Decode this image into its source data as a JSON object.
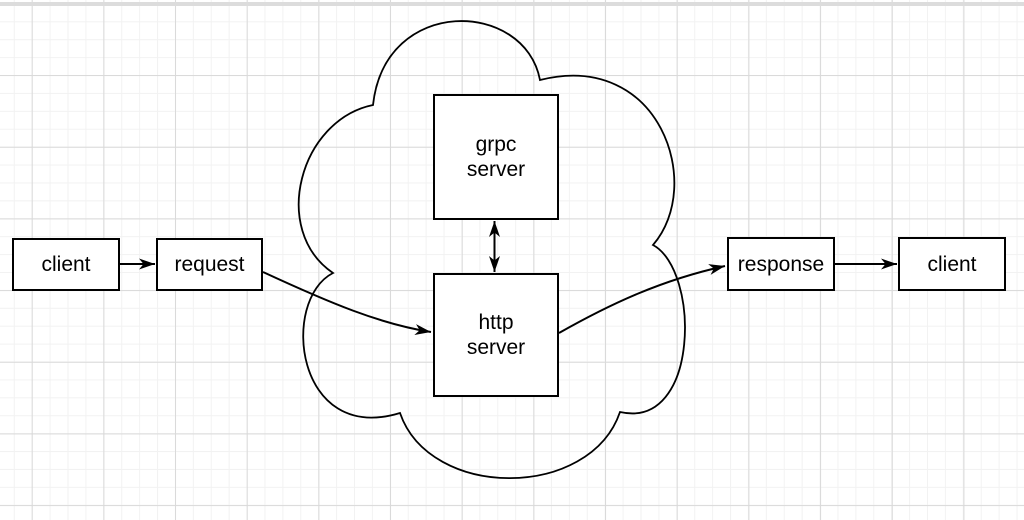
{
  "canvas": {
    "background_color": "#ffffff",
    "grid_minor_color": "#f2f2f2",
    "grid_major_color": "#d9d9d9"
  },
  "style": {
    "stroke_color": "#000000",
    "node_fill_color": "#ffffff",
    "text_color": "#000000"
  },
  "nodes": {
    "client_left": {
      "label": "client"
    },
    "request": {
      "label": "request"
    },
    "grpc_server": {
      "label": "grpc\nserver"
    },
    "http_server": {
      "label": "http\nserver"
    },
    "response": {
      "label": "response"
    },
    "client_right": {
      "label": "client"
    }
  },
  "cloud": {
    "contains": [
      "grpc server",
      "http server"
    ]
  },
  "edges": [
    {
      "from": "client (left)",
      "to": "request",
      "arrow": "one-way"
    },
    {
      "from": "request",
      "to": "http server",
      "arrow": "one-way"
    },
    {
      "from": "grpc server",
      "to": "http server",
      "arrow": "two-way"
    },
    {
      "from": "http server",
      "to": "response",
      "arrow": "one-way"
    },
    {
      "from": "response",
      "to": "client (right)",
      "arrow": "one-way"
    }
  ]
}
